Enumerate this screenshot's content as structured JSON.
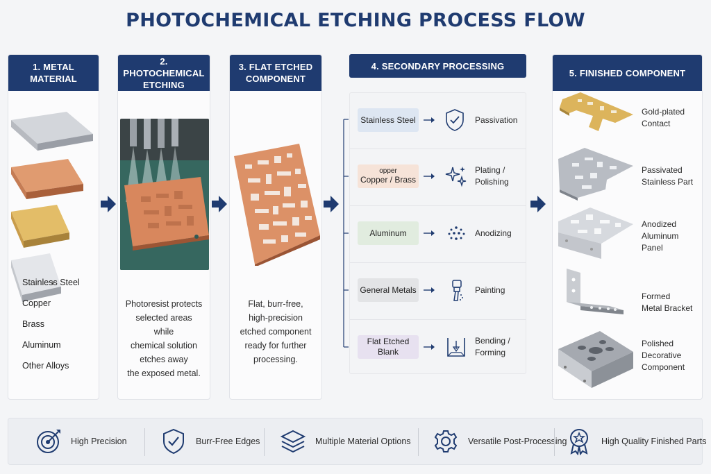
{
  "title": "PHOTOCHEMICAL ETCHING PROCESS FLOW",
  "steps": [
    {
      "label": "1. METAL MATERIAL"
    },
    {
      "label_line1": "2. PHOTOCHEMICAL",
      "label_line2": "ETCHING"
    },
    {
      "label_line1": "3. FLAT ETCHED",
      "label_line2": "COMPONENT"
    },
    {
      "label": "4. SECONDARY PROCESSING"
    },
    {
      "label": "5. FINISHED COMPONENT"
    }
  ],
  "materials": [
    "Stainless Steel",
    "Copper",
    "Brass",
    "Aluminum",
    "Other Alloys"
  ],
  "etching_desc": [
    "Photoresist protects",
    "selected areas while",
    "chemical solution",
    "etches away",
    "the exposed metal."
  ],
  "flat_desc": [
    "Flat, burr-free,",
    "high-precision",
    "etched component",
    "ready for further",
    "processing."
  ],
  "secondary": [
    {
      "material": "Stainless Steel",
      "process_line1": "Passivation",
      "process_line2": "",
      "color": "#dde6f2",
      "icon": "shield-check-icon"
    },
    {
      "material_line1": "opper",
      "material": "Copper / Brass",
      "process_line1": "Plating /",
      "process_line2": "Polishing",
      "color": "#f6e3d8",
      "icon": "sparkle-icon"
    },
    {
      "material": "Aluminum",
      "process_line1": "Anodizing",
      "process_line2": "",
      "color": "#e1ecdf",
      "icon": "dots-icon"
    },
    {
      "material": "General Metals",
      "process_line1": "Painting",
      "process_line2": "",
      "color": "#e3e4e6",
      "icon": "spray-gun-icon"
    },
    {
      "material": "Flat Etched Blank",
      "process_line1": "Bending /",
      "process_line2": "Forming",
      "color": "#e7e1f0",
      "icon": "press-brake-icon"
    }
  ],
  "finished": [
    {
      "line1": "Gold-plated",
      "line2": "Contact",
      "line3": ""
    },
    {
      "line1": "Passivated",
      "line2": "Stainless Part",
      "line3": ""
    },
    {
      "line1": "Anodized",
      "line2": "Aluminum",
      "line3": "Panel"
    },
    {
      "line1": "Formed",
      "line2": "Metal Bracket",
      "line3": ""
    },
    {
      "line1": "Polished",
      "line2": "Decorative",
      "line3": "Component"
    }
  ],
  "features": [
    {
      "label": "High Precision",
      "icon": "target-icon"
    },
    {
      "label": "Burr-Free Edges",
      "icon": "shield-check-icon"
    },
    {
      "label": "Multiple Material Options",
      "icon": "layers-icon"
    },
    {
      "label": "Versatile Post-Processing",
      "icon": "gear-icon"
    },
    {
      "label": "High Quality Finished Parts",
      "icon": "award-badge-icon"
    }
  ],
  "colors": {
    "navy": "#1f3b70",
    "copper": "#d4875f",
    "gold": "#d9b25c",
    "steel": "#b9bcc2"
  }
}
